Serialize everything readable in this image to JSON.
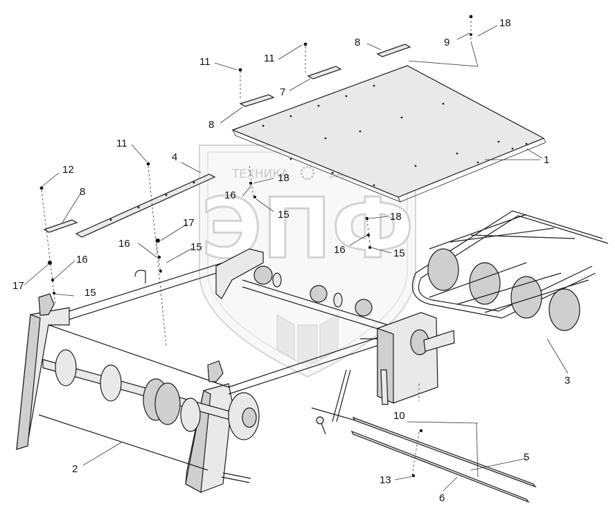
{
  "watermark": {
    "left_word": "ТЕХНИКА",
    "right_word": "ЗАПЧАСТИ",
    "logo_letters": "ЭПФ"
  },
  "callouts": [
    {
      "id": "c1",
      "text": "1"
    },
    {
      "id": "c2",
      "text": "2"
    },
    {
      "id": "c3",
      "text": "3"
    },
    {
      "id": "c4",
      "text": "4"
    },
    {
      "id": "c5",
      "text": "5"
    },
    {
      "id": "c6",
      "text": "6"
    },
    {
      "id": "c7",
      "text": "7"
    },
    {
      "id": "c8a",
      "text": "8"
    },
    {
      "id": "c8b",
      "text": "8"
    },
    {
      "id": "c8c",
      "text": "8"
    },
    {
      "id": "c9",
      "text": "9"
    },
    {
      "id": "c10",
      "text": "10"
    },
    {
      "id": "c11a",
      "text": "11"
    },
    {
      "id": "c11b",
      "text": "11"
    },
    {
      "id": "c11c",
      "text": "11"
    },
    {
      "id": "c12",
      "text": "12"
    },
    {
      "id": "c13",
      "text": "13"
    },
    {
      "id": "c15a",
      "text": "15"
    },
    {
      "id": "c15b",
      "text": "15"
    },
    {
      "id": "c15c",
      "text": "15"
    },
    {
      "id": "c15d",
      "text": "15"
    },
    {
      "id": "c16a",
      "text": "16"
    },
    {
      "id": "c16b",
      "text": "16"
    },
    {
      "id": "c16c",
      "text": "16"
    },
    {
      "id": "c16d",
      "text": "16"
    },
    {
      "id": "c17a",
      "text": "17"
    },
    {
      "id": "c17b",
      "text": "17"
    },
    {
      "id": "c18a",
      "text": "18"
    },
    {
      "id": "c18b",
      "text": "18"
    },
    {
      "id": "c18c",
      "text": "18"
    }
  ]
}
